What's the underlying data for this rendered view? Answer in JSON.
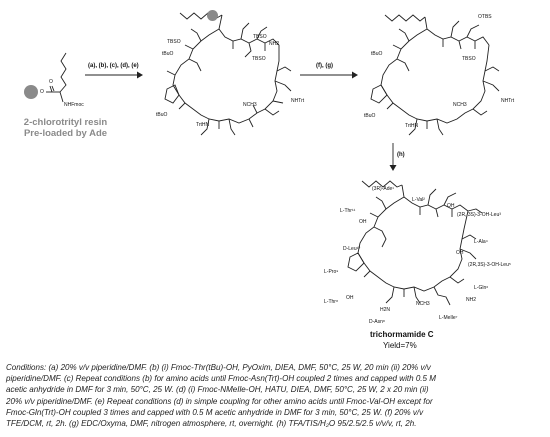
{
  "resin": {
    "label_line1": "2-chlorotrityl resin",
    "label_line2": "Pre-loaded by Ade",
    "group": "NHFmoc"
  },
  "steps": {
    "step1": "(a), (b), (c), (d), (e)",
    "step2": "(f), (g)",
    "step3": "(h)"
  },
  "intermediate1": {
    "groups": [
      "TBSO",
      "tBuO",
      "TBSO",
      "NH2",
      "TBSO",
      "NHTrt",
      "NCH3",
      "tBuO",
      "TrtHN"
    ]
  },
  "intermediate2": {
    "groups": [
      "OTBS",
      "tBuO",
      "TBSO",
      "NHTrt",
      "NCH3",
      "tBuO",
      "TrtHN"
    ]
  },
  "product": {
    "residues": [
      "(3R)-Ade¹",
      "L-Val²",
      "L-Thr¹¹",
      "(2R, 3S)-3-OH-Leu³",
      "L-Ala⁴",
      "D-Leu¹⁰",
      "(2R,3S)-3-OH-Leu⁵",
      "L-Pro⁹",
      "L-Gln⁶",
      "L-Thr⁸",
      "D-Asn⁸",
      "L-MeIle⁷"
    ],
    "groups": [
      "OH",
      "OH",
      "OH",
      "NCH3",
      "NH2",
      "H2N",
      "OH"
    ],
    "name": "trichormamide C",
    "yield": "Yield=7%"
  },
  "conditions": {
    "line1": "Conditions: (a) 20% v/v piperidine/DMF. (b) (i) Fmoc-Thr(tBu)-OH, PyOxim, DIEA, DMF, 50°C, 25 W, 20 min (ii) 20% v/v",
    "line2": "piperidine/DMF. (c) Repeat conditions (b) for amino acids until Fmoc-Asn(Trt)-OH coupled 2 times and capped with 0.5 M",
    "line3": "acetic anhydride in DMF for 3 min, 50°C, 25 W. (d) (i) Fmoc-NMeIle-OH, HATU, DIEA, DMF, 50°C, 25 W, 2 x 20 min (ii)",
    "line4": "20% v/v piperidine/DMF. (e) Repeat conditions (d) in simple coupling for other amino acids until Fmoc-Val-OH except for",
    "line5": "Fmoc-Gln(Trt)-OH coupled 3 times and capped with 0.5 M acetic anhydride in DMF for 3 min, 50°C, 25 W. (f) 20% v/v",
    "line6": "TFE/DCM, rt, 2h. (g) EDC/Oxyma, DMF, nitrogen atmosphere, rt, overnight. (h) TFA/TIS/H₂O 95/2.5/2.5 v/v/v, rt, 2h."
  }
}
